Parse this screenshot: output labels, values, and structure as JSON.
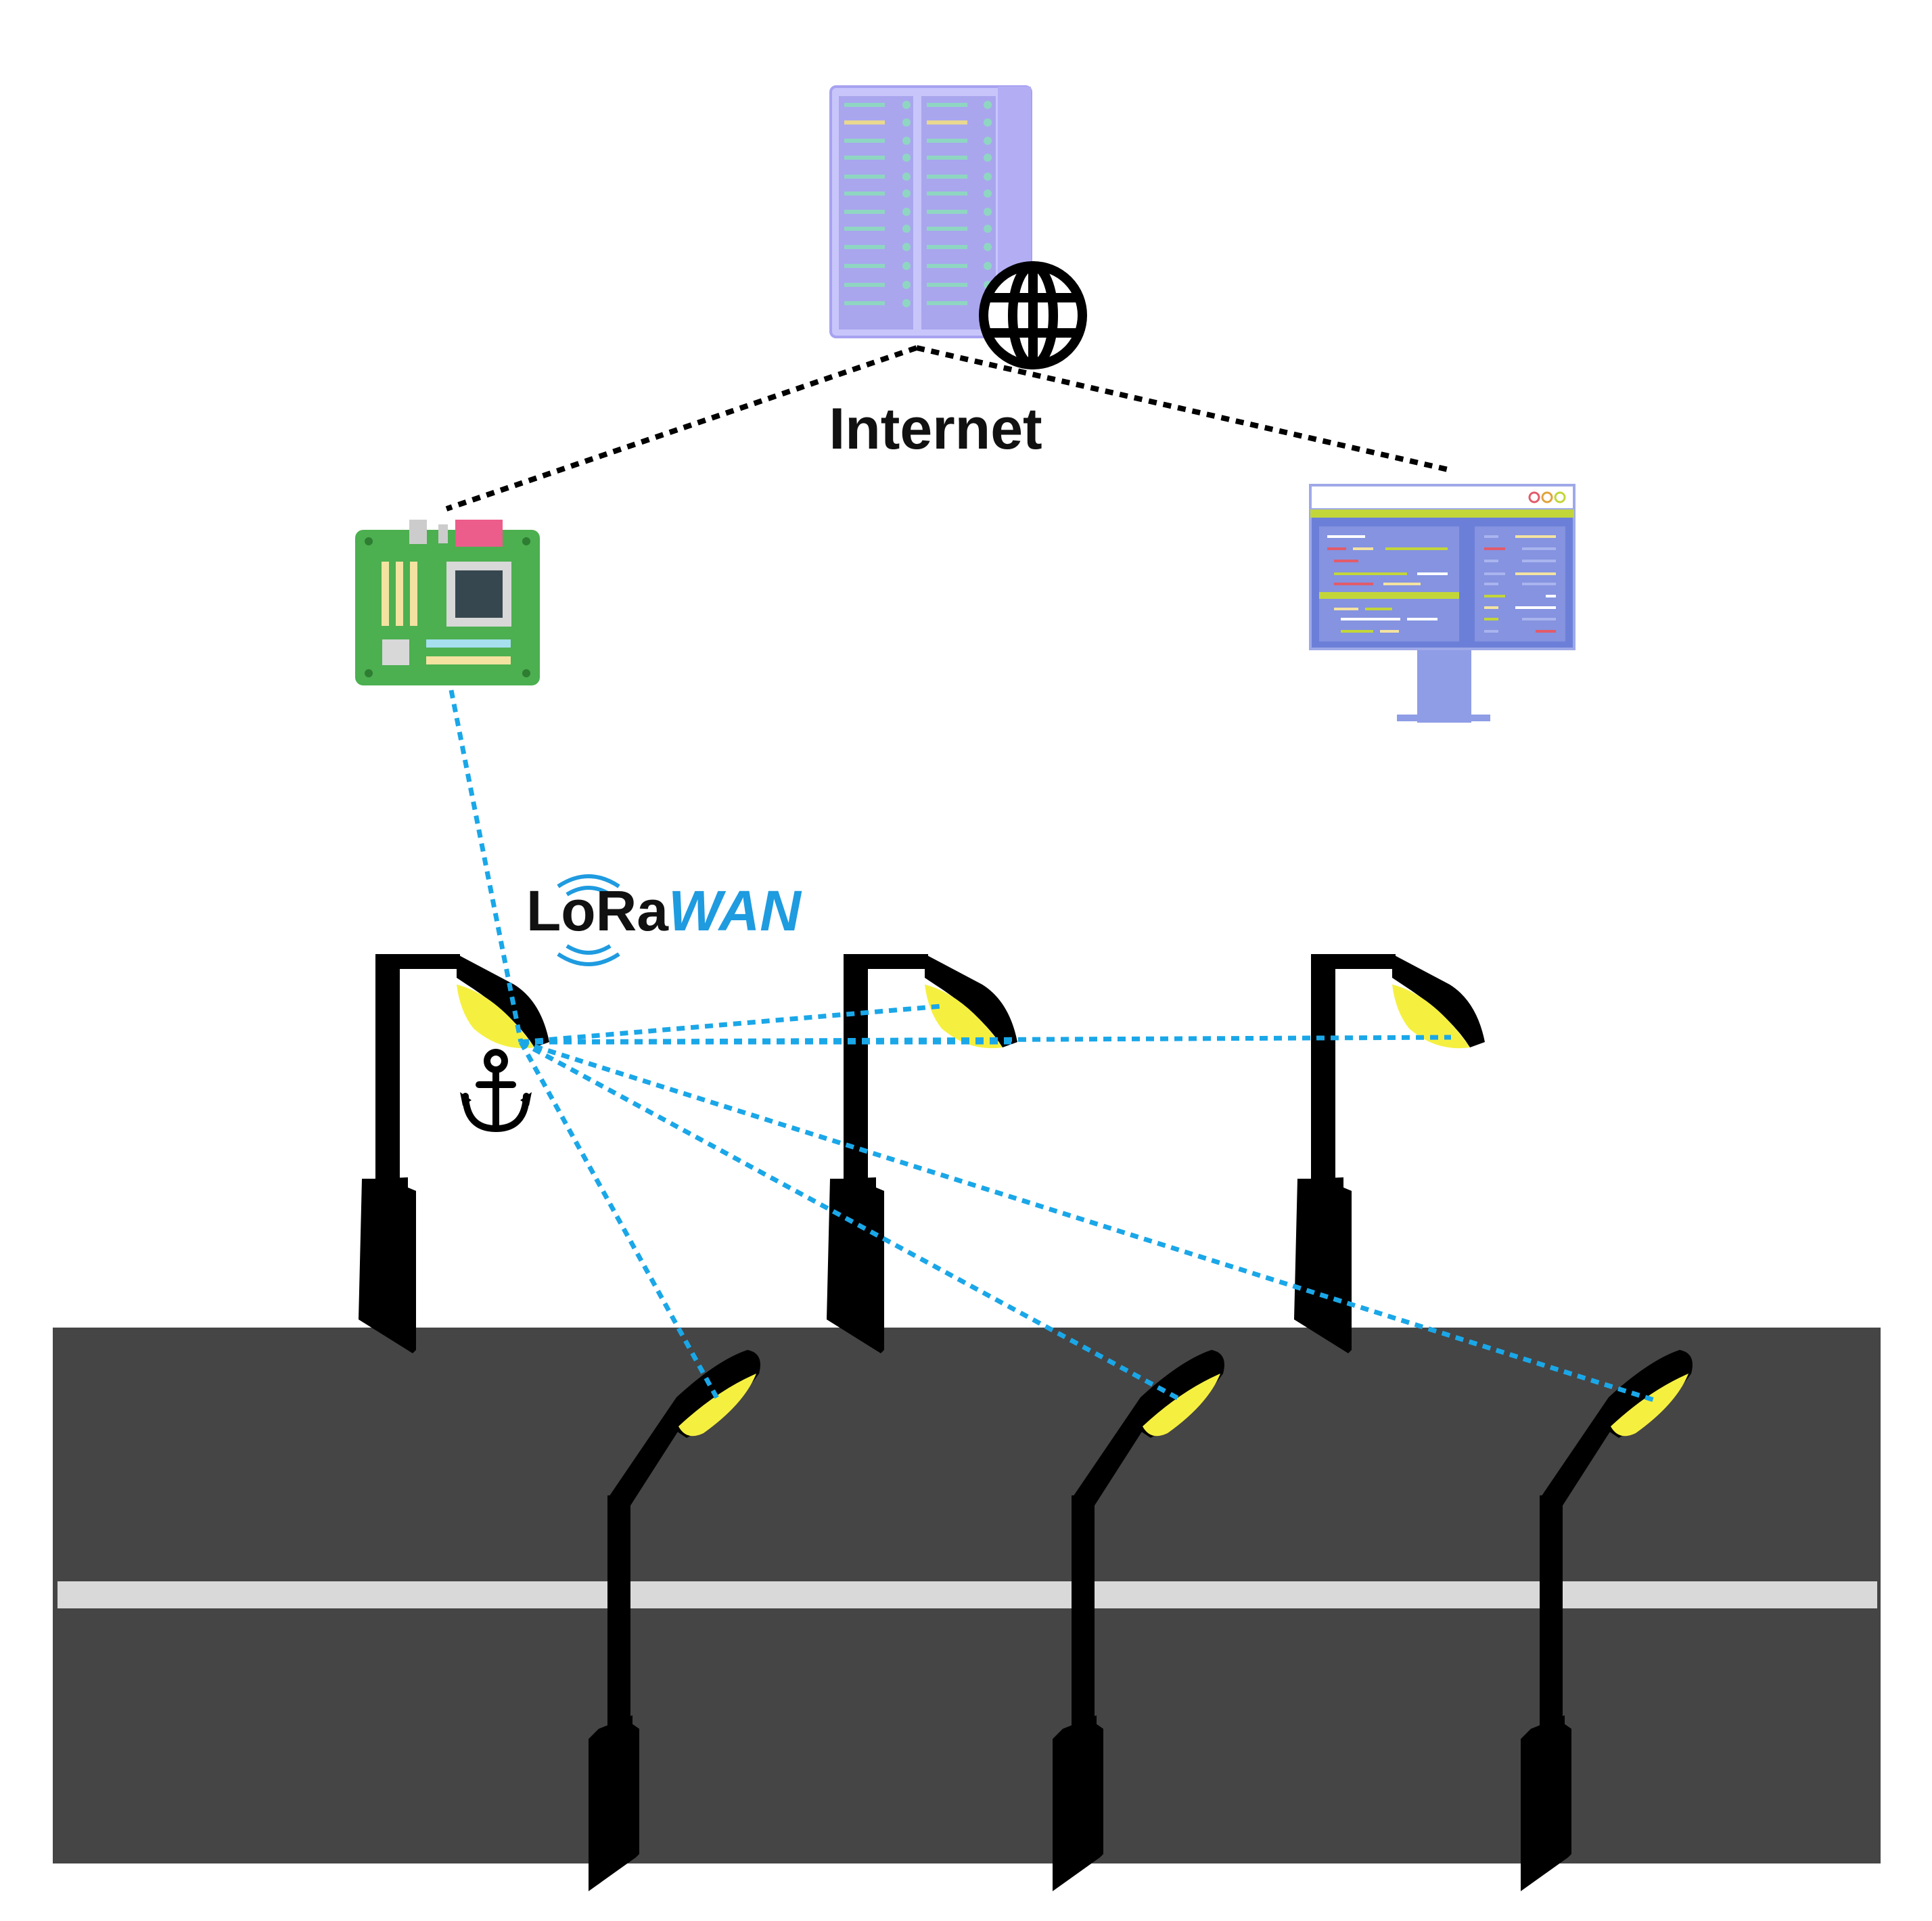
{
  "labels": {
    "internet": "Internet",
    "lorawan_prefix": "LoRa",
    "lorawan_suffix": "WAN"
  },
  "colors": {
    "background": "#ffffff",
    "road": "#454545",
    "lane_marking": "#d9d9d9",
    "lamp_post": "#000000",
    "lamp_light": "#f5f040",
    "lora_link": "#1aa7e8",
    "internet_link": "#000000",
    "lorawan_blue": "#1f9be0",
    "server_rack": "#b9b4f5",
    "gateway_board": "#4caf50",
    "dashboard": "#6c7fd8"
  },
  "icons": {
    "server": "server-rack-icon",
    "globe": "globe-icon",
    "gateway": "motherboard-icon",
    "dashboard": "monitor-dashboard-icon",
    "anchor": "anchor-icon",
    "lorawan": "lorawan-logo",
    "lamp": "street-lamp-icon"
  },
  "nodes": {
    "anchor_lamp": "street-lamp-anchor",
    "lamps": [
      "street-lamp-2",
      "street-lamp-3",
      "street-lamp-4",
      "street-lamp-5",
      "street-lamp-6"
    ]
  }
}
